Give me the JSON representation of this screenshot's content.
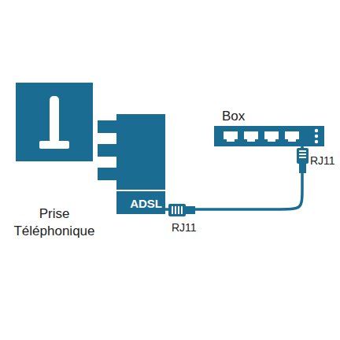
{
  "diagram": {
    "nodes": [
      {
        "text": [
          "Prise Téléphonique"
        ]
      },
      {
        "text": [
          "ADSL"
        ]
      },
      {
        "text": [
          "Box"
        ]
      }
    ],
    "edges": [
      {
        "from": 1,
        "to": 2,
        "arrow": "none"
      }
    ],
    "labels": [
      "RJ11",
      "RJ11"
    ]
  }
}
